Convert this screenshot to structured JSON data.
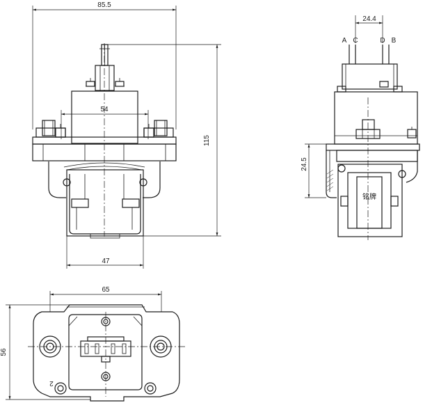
{
  "dimensions": {
    "front_width": "85.5",
    "front_height": "115",
    "front_inner_width": "54",
    "front_coil_width": "47",
    "side_terminal_spacing": "24.4",
    "side_mount_height": "24.5",
    "bottom_width": "65",
    "bottom_height": "56"
  },
  "terminals": {
    "a": "A",
    "b": "B",
    "c": "C",
    "d": "D"
  },
  "labels": {
    "nameplate": "铭牌",
    "bottom_mark": "2"
  }
}
